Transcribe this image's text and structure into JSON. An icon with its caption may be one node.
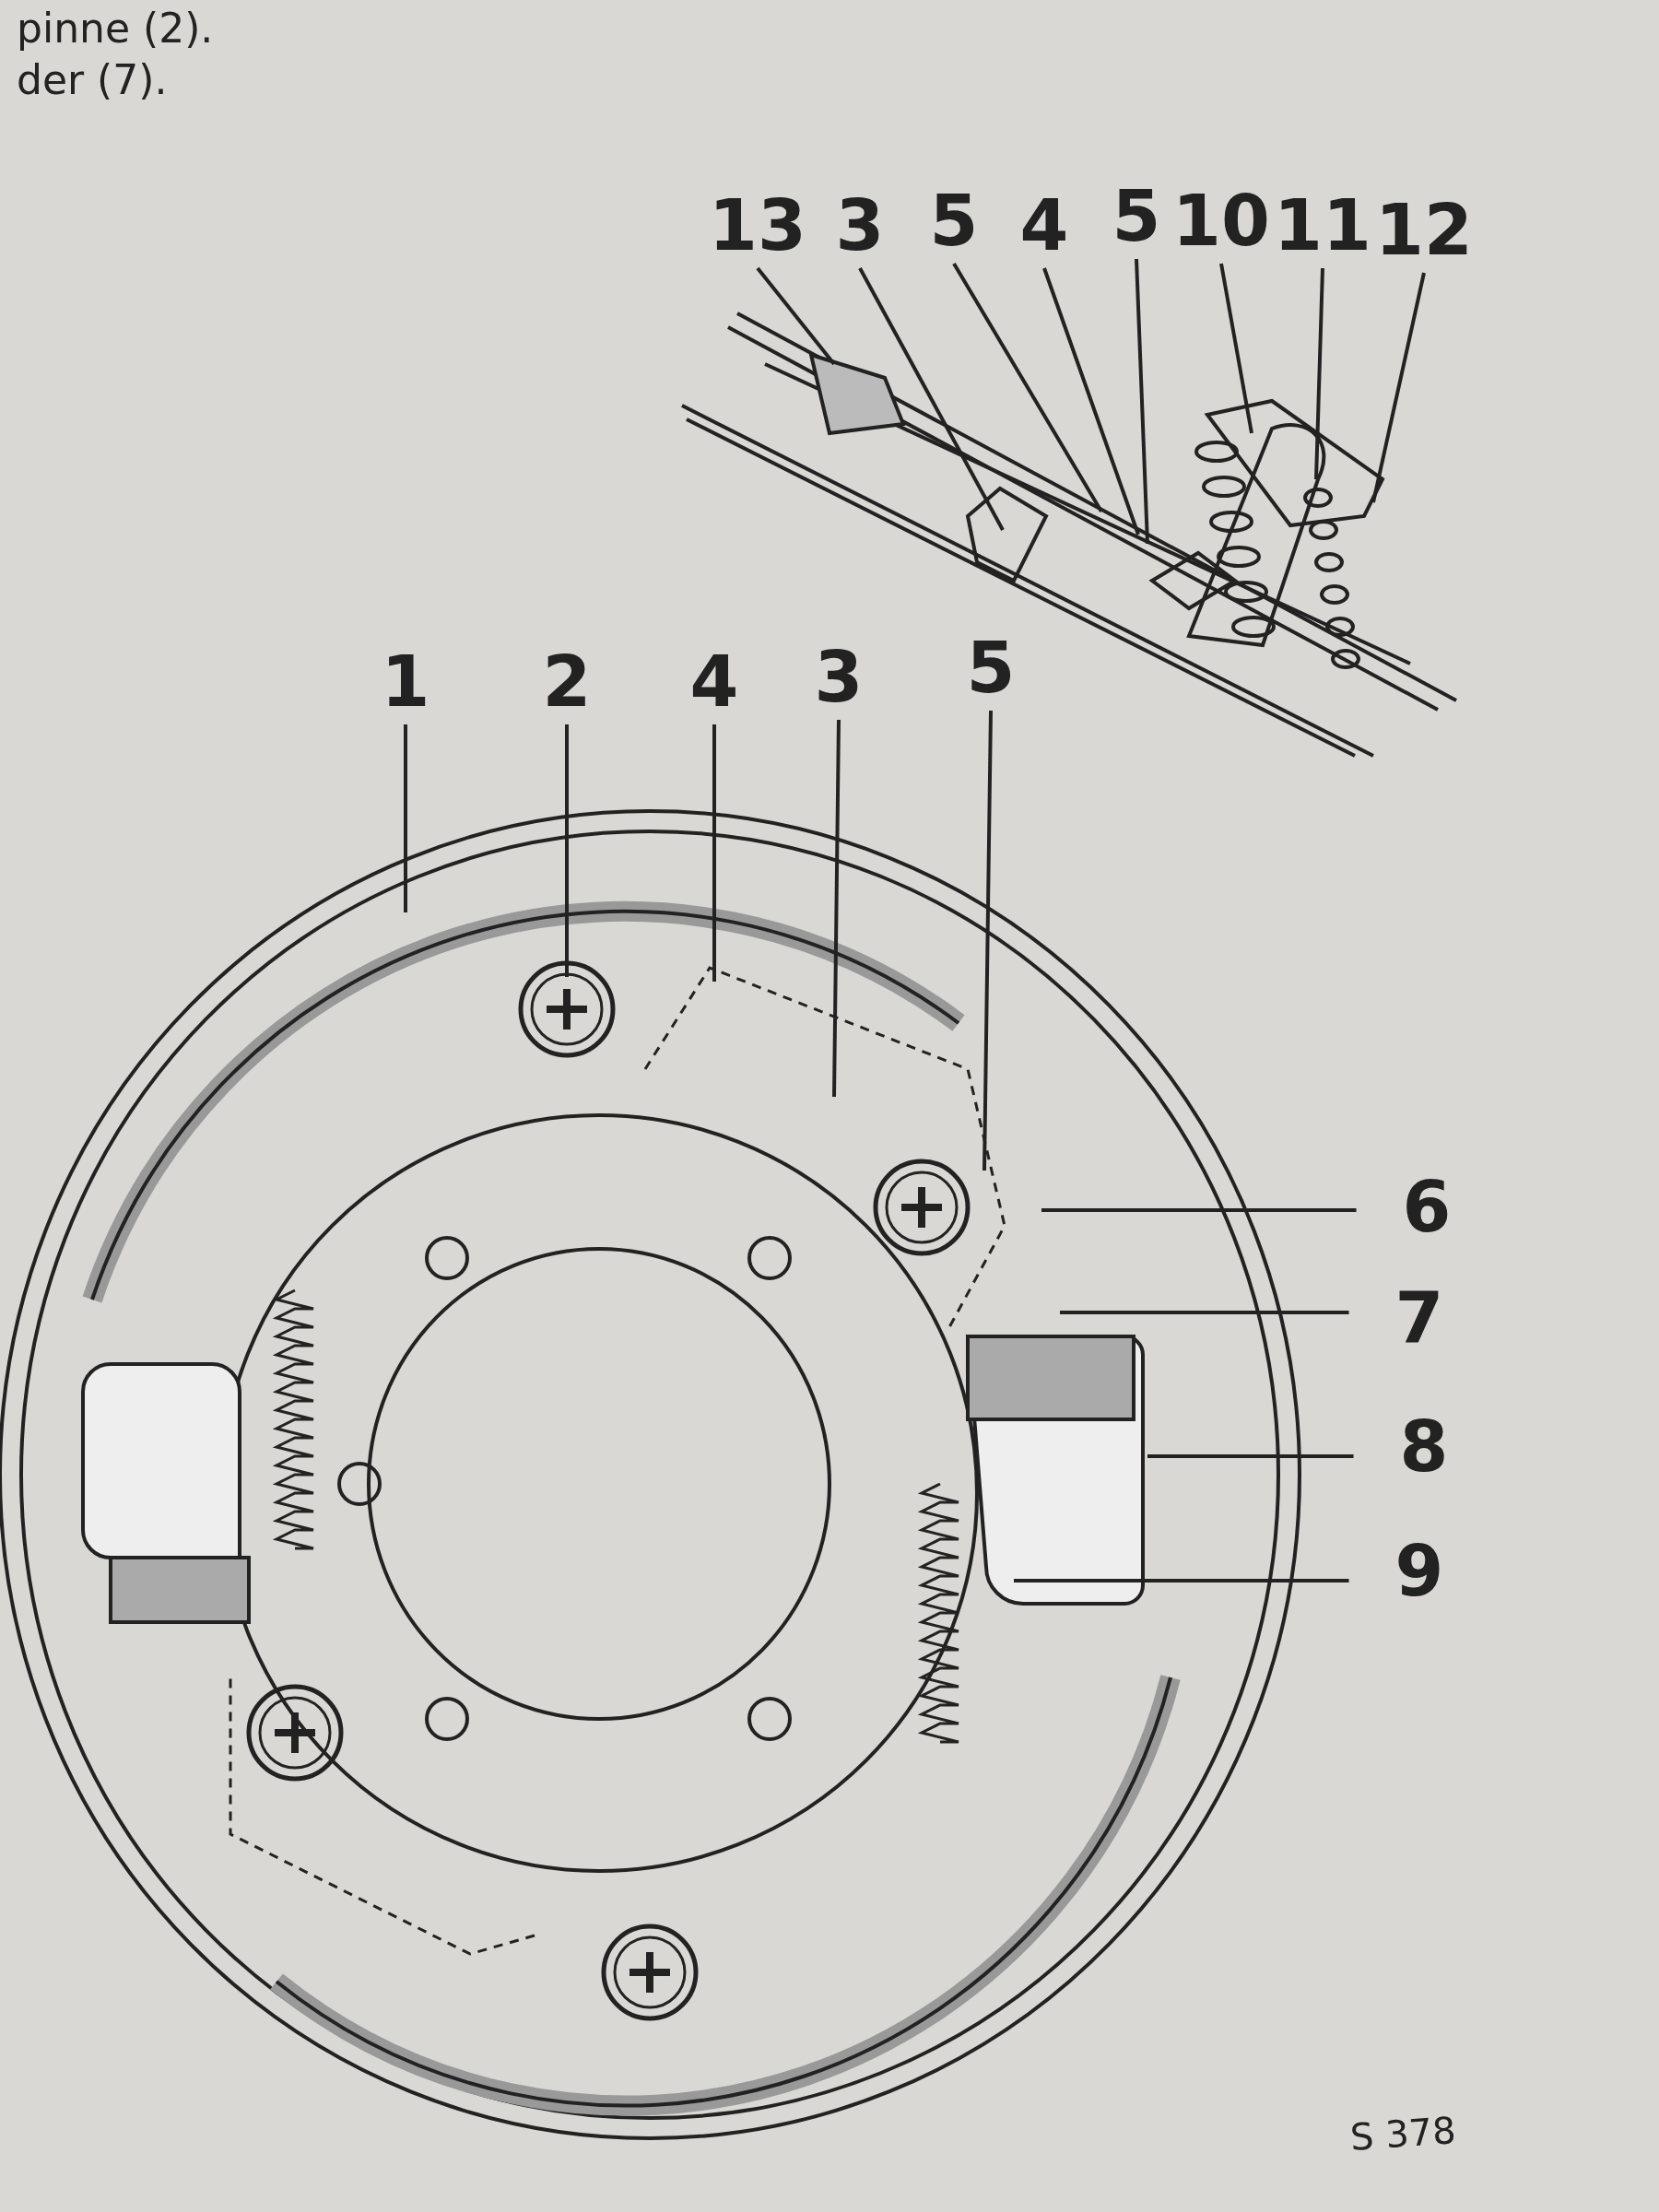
{
  "diagram": {
    "nodes": [
      {
        "text": [
          "13"
        ]
      },
      {
        "text": [
          "3"
        ]
      },
      {
        "text": [
          "5"
        ]
      },
      {
        "text": [
          "4"
        ]
      },
      {
        "text": [
          "5"
        ]
      },
      {
        "text": [
          "10"
        ]
      },
      {
        "text": [
          "11"
        ]
      },
      {
        "text": [
          "12"
        ]
      },
      {
        "text": [
          "1"
        ]
      },
      {
        "text": [
          "2"
        ]
      },
      {
        "text": [
          "4"
        ]
      },
      {
        "text": [
          "3"
        ]
      },
      {
        "text": [
          "5"
        ]
      },
      {
        "text": [
          "6"
        ]
      },
      {
        "text": [
          "7"
        ]
      },
      {
        "text": [
          "8"
        ]
      },
      {
        "text": [
          "9"
        ]
      }
    ],
    "edges": [
      {
        "from": 0,
        "to": null,
        "arrow": "none"
      },
      {
        "from": 1,
        "to": null,
        "arrow": "none"
      },
      {
        "from": 2,
        "to": null,
        "arrow": "none"
      },
      {
        "from": 3,
        "to": null,
        "arrow": "none"
      },
      {
        "from": 4,
        "to": null,
        "arrow": "none"
      },
      {
        "from": 5,
        "to": null,
        "arrow": "none"
      },
      {
        "from": 6,
        "to": null,
        "arrow": "none"
      },
      {
        "from": 7,
        "to": null,
        "arrow": "none"
      },
      {
        "from": 8,
        "to": null,
        "arrow": "none"
      },
      {
        "from": 9,
        "to": null,
        "arrow": "none"
      },
      {
        "from": 10,
        "to": null,
        "arrow": "none"
      },
      {
        "from": 11,
        "to": null,
        "arrow": "none"
      },
      {
        "from": 12,
        "to": null,
        "arrow": "none"
      },
      {
        "from": 13,
        "to": null,
        "arrow": "none"
      },
      {
        "from": 14,
        "to": null,
        "arrow": "none"
      },
      {
        "from": 15,
        "to": null,
        "arrow": "none"
      },
      {
        "from": 16,
        "to": null,
        "arrow": "none"
      }
    ],
    "labels": [
      "pinne (2).",
      "der (7).",
      "S 378"
    ]
  }
}
